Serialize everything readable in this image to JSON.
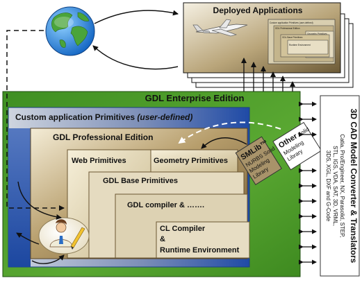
{
  "deployed": {
    "title": "Deployed  Applications",
    "inner_labels": [
      "Custom application Primitives (user-defined)",
      "GDL Professional Edition",
      "Geometry Primitives",
      "GDL Base Primitives",
      "Runtime Environment"
    ]
  },
  "enterprise": {
    "title": "GDL Enterprise Edition"
  },
  "custom": {
    "title": "Custom application Primitives ",
    "title_em": "(user-defined)"
  },
  "professional": {
    "title": "GDL Professional Edition"
  },
  "web": {
    "title": "Web Primitives"
  },
  "geometry": {
    "title": "Geometry Primitives"
  },
  "base": {
    "title": "GDL Base Primitives"
  },
  "compiler": {
    "title": "GDL compiler & ……."
  },
  "cl": {
    "line1": "CL Compiler",
    "line2": "&",
    "line3": "Runtime Environment"
  },
  "smlib": {
    "line1": "SMLib™",
    "line2": "NURBS Solid",
    "line3": "Modeling",
    "line4": "Library"
  },
  "other": {
    "line1": "Other",
    "line1b": " Solid",
    "line2": "Modeling",
    "line3": "Library"
  },
  "converter": {
    "title": "3D CAD Model Converter & Translators",
    "line1": "Catia, Pro/Engineer, NX, Parasolid, STEP,",
    "line2": "STL, IGS, VDA, SAT, 3D, VRML,",
    "line3": "3DS, XGL, DXF and G-Code"
  },
  "colors": {
    "enterprise_green": "#4e9a2a",
    "custom_blue": "#1d4fa8",
    "primitive_tan": "#d8cca6",
    "box_brown": "#8d7548"
  }
}
